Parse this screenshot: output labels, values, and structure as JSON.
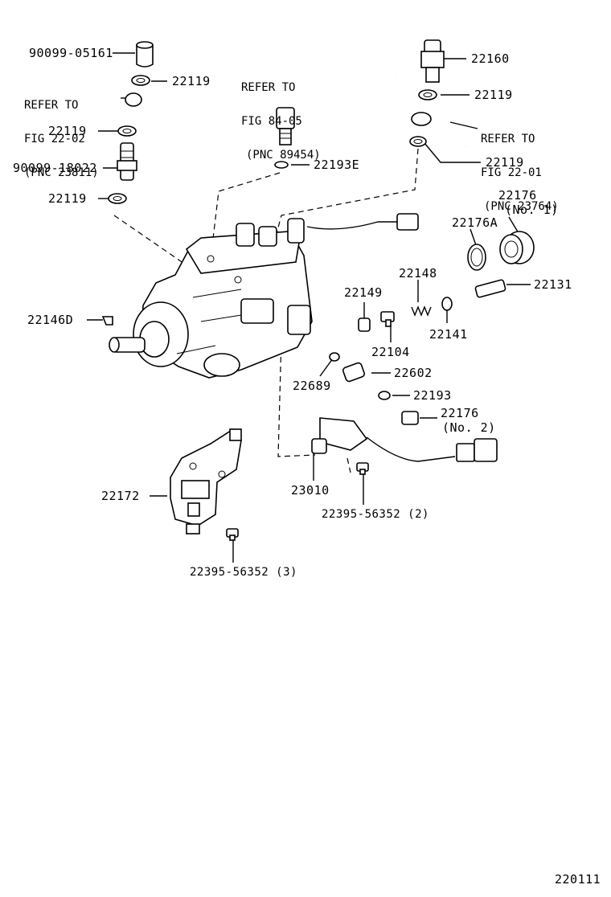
{
  "labels": {
    "p90099_05161": "90099-05161",
    "p22119_a": "22119",
    "p22119_b": "22119",
    "p22119_c": "22119",
    "p90099_18022": "90099-18022",
    "p22193E": "22193E",
    "p22160": "22160",
    "p22119_d": "22119",
    "p22119_e": "22119",
    "p22176_no1": "22176",
    "p22176_no1_sub": "(No. 1)",
    "p22176A": "22176A",
    "p22148": "22148",
    "p22149": "22149",
    "p22131": "22131",
    "p22146D": "22146D",
    "p22141": "22141",
    "p22104": "22104",
    "p22602": "22602",
    "p22689": "22689",
    "p22193": "22193",
    "p22176_no2": "22176",
    "p22176_no2_sub": "(No. 2)",
    "p23010": "23010",
    "p22395_2": "22395-56352 (2)",
    "p22172": "22172",
    "p22395_3": "22395-56352 (3)"
  },
  "refs": {
    "fig2202": [
      "REFER TO",
      "FIG 22-02",
      "(PNC 23811)"
    ],
    "fig8405": [
      "REFER TO",
      "FIG 84-05",
      "(PNC 89454)"
    ],
    "fig2201": [
      "REFER TO",
      "FIG 22-01",
      "(PNC 23764)"
    ]
  },
  "figure_number": "220111"
}
